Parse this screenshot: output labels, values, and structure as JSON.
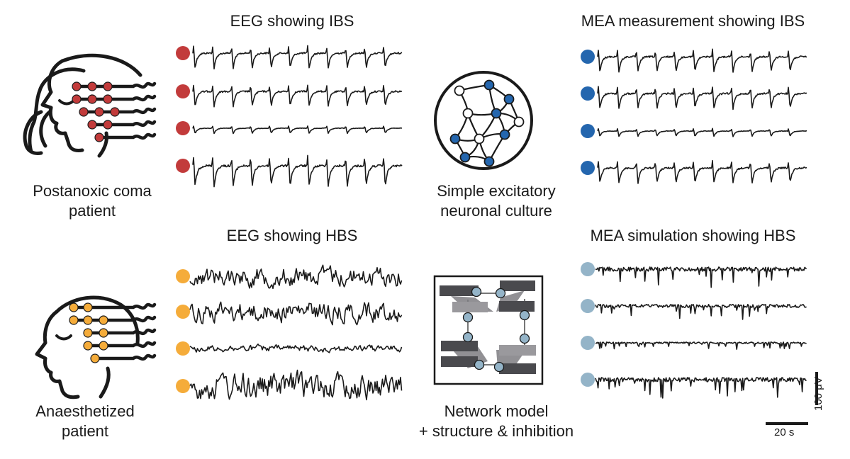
{
  "panels": {
    "coma_eeg_title": "EEG showing IBS",
    "mea_measure_title": "MEA measurement showing IBS",
    "coma_patient_line1": "Postanoxic coma",
    "coma_patient_line2": "patient",
    "culture_line1": "Simple excitatory",
    "culture_line2": "neuronal culture",
    "hbs_eeg_title": "EEG showing HBS",
    "mea_sim_title": "MEA simulation showing HBS",
    "anaesth_line1": "Anaesthetized",
    "anaesth_line2": "patient",
    "model_line1": "Network model",
    "model_line2": "+ structure & inhibition"
  },
  "scale_bars": {
    "amplitude_label": "100 μV",
    "time_label": "20 s"
  },
  "colors": {
    "ibs_eeg_dot": "#c23b3b",
    "mea_ibs_dot": "#2466ae",
    "hbs_eeg_dot": "#f5ac3a",
    "mea_hbs_dot": "#94b4c8",
    "trace": "#1a1a1a",
    "model_dark": "#4a4a4e",
    "model_light": "#9a999d"
  },
  "icons": {
    "coma_head": "head-profile-with-electrodes-icon",
    "anaesth_head": "head-profile-with-electrodes-icon",
    "culture": "neuron-culture-dish-icon",
    "model": "network-model-icon"
  },
  "traces": {
    "ibs_eeg": [
      {
        "kind": "ibs",
        "amplitude": "high"
      },
      {
        "kind": "ibs",
        "amplitude": "high"
      },
      {
        "kind": "ibs",
        "amplitude": "low"
      },
      {
        "kind": "ibs",
        "amplitude": "very-high"
      }
    ],
    "mea_ibs": [
      {
        "kind": "ibs",
        "amplitude": "high"
      },
      {
        "kind": "ibs",
        "amplitude": "high"
      },
      {
        "kind": "ibs",
        "amplitude": "low"
      },
      {
        "kind": "ibs",
        "amplitude": "high"
      }
    ],
    "hbs_eeg": [
      {
        "kind": "noise",
        "amplitude": "high"
      },
      {
        "kind": "noise",
        "amplitude": "high"
      },
      {
        "kind": "noise",
        "amplitude": "low"
      },
      {
        "kind": "noise",
        "amplitude": "very-high"
      }
    ],
    "mea_hbs": [
      {
        "kind": "spiky",
        "amplitude": "high"
      },
      {
        "kind": "spiky",
        "amplitude": "medium"
      },
      {
        "kind": "spiky",
        "amplitude": "low"
      },
      {
        "kind": "spiky",
        "amplitude": "high"
      }
    ]
  }
}
